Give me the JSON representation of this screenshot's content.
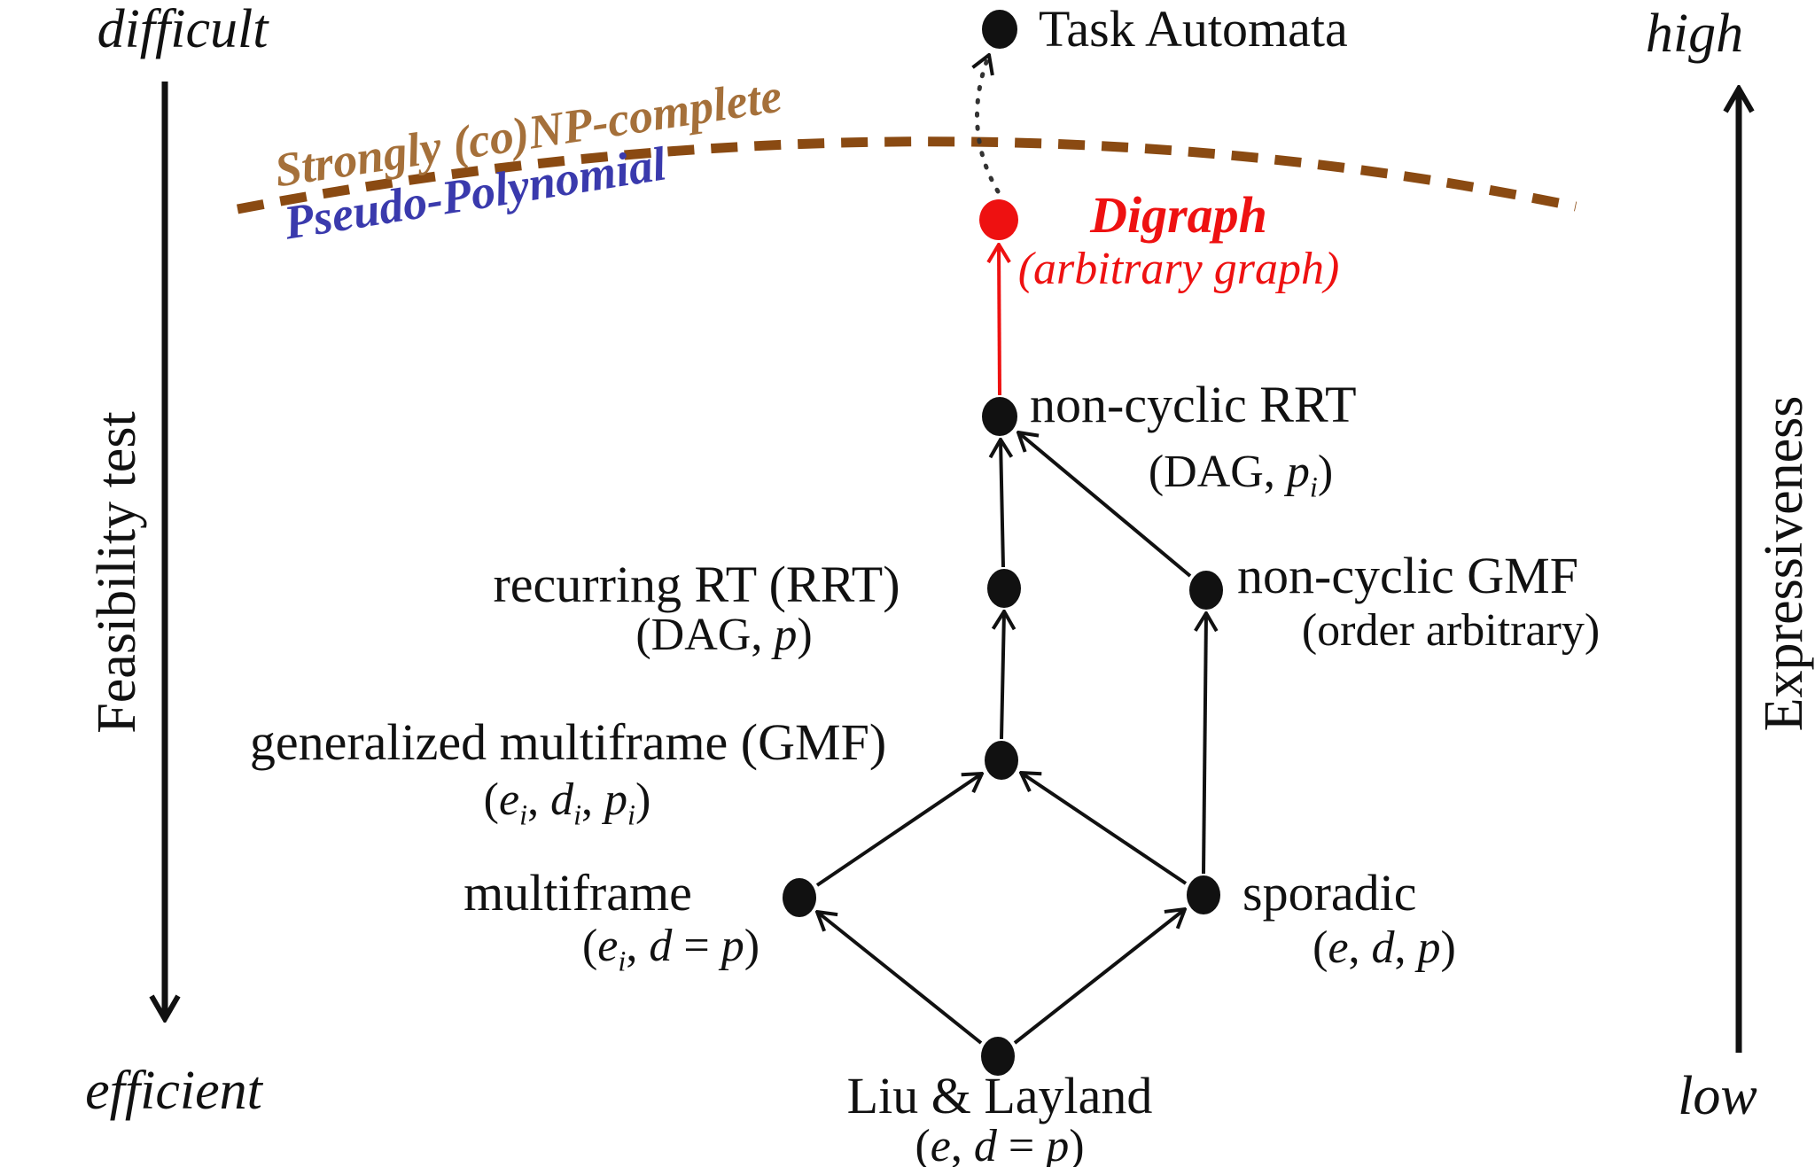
{
  "figure": {
    "axes": {
      "left": {
        "top": "difficult",
        "bottom": "efficient",
        "label": "Feasibility test"
      },
      "right": {
        "top": "high",
        "bottom": "low",
        "label": "Expressiveness"
      }
    },
    "complexity_boundary": {
      "above": "Strongly (co)NP-complete",
      "below": "Pseudo-Polynomial",
      "above_color": "#a5703a",
      "below_color": "#3a3aad",
      "line_color": "#8a4a12"
    },
    "nodes": {
      "task_automata": {
        "label": "Task Automata"
      },
      "digraph": {
        "label": "Digraph",
        "sublabel": "(arbitrary graph)",
        "color": "#ee1111"
      },
      "non_cyclic_rrt": {
        "label": "non-cyclic RRT",
        "sub_parts": [
          "(DAG, ",
          "p",
          "i",
          ")"
        ]
      },
      "non_cyclic_gmf": {
        "label": "non-cyclic GMF",
        "sublabel": "(order arbitrary)"
      },
      "recurring_rt": {
        "label": "recurring RT (RRT)",
        "sub_parts": [
          "(DAG, ",
          "p",
          ")"
        ]
      },
      "gmf": {
        "label": "generalized multiframe (GMF)",
        "sub_parts": [
          "(",
          "e",
          "i",
          ", ",
          "d",
          "i",
          ", ",
          "p",
          "i",
          ")"
        ]
      },
      "multiframe": {
        "label": "multiframe",
        "sub_parts": [
          "(",
          "e",
          "i",
          ", ",
          "d",
          " = ",
          "p",
          ")"
        ]
      },
      "sporadic": {
        "label": "sporadic",
        "sub_parts": [
          "(",
          "e",
          ", ",
          "d",
          ", ",
          "p",
          ")"
        ]
      },
      "liu_layland": {
        "label": "Liu & Layland",
        "sub_parts": [
          "(",
          "e",
          ", ",
          "d",
          " = ",
          "p",
          ")"
        ]
      }
    }
  }
}
